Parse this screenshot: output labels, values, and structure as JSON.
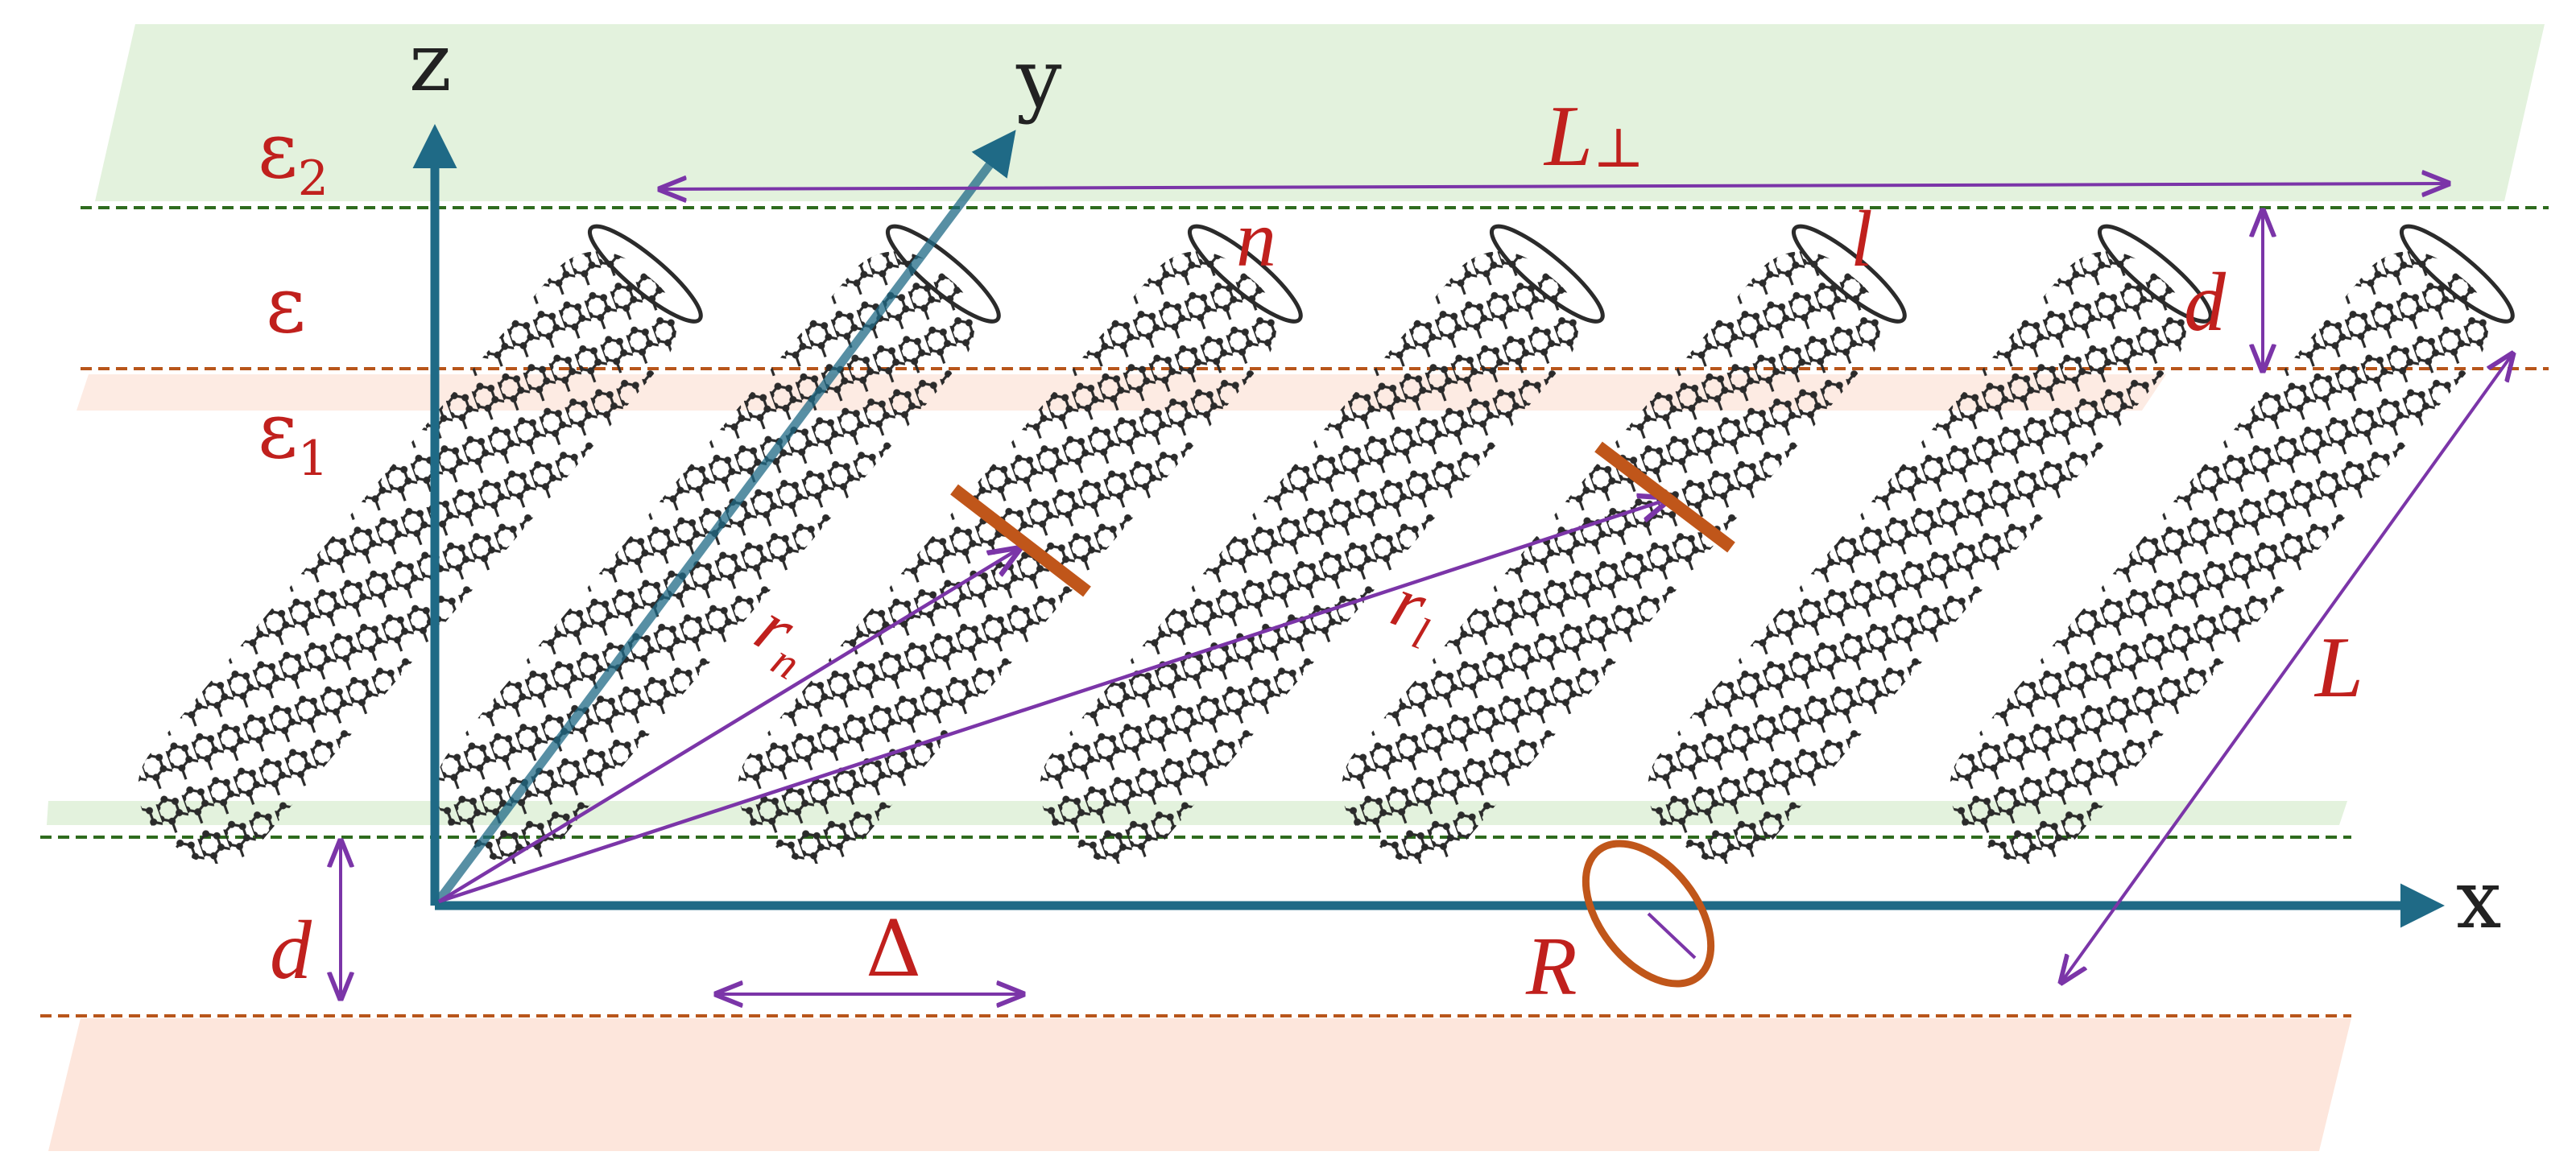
{
  "colors": {
    "upper_band": "#e3f2dd",
    "lower_band": "#fde6dc",
    "green_dash": "#2e6b1e",
    "orange_dash": "#b8551a",
    "axis": "#1f6a86",
    "purple": "#7b35a8",
    "label_red": "#c0201d",
    "tube": "#2b2b2b",
    "orange_marker": "#c0561a"
  },
  "labels": {
    "eps2": "ε",
    "eps2_sub": "2",
    "eps": "ε",
    "eps1": "ε",
    "eps1_sub": "1",
    "axis_z": "z",
    "axis_y": "y",
    "axis_x": "x",
    "L_perp": "L",
    "L_perp_sub": "⊥",
    "n": "n",
    "l": "l",
    "d_top": "d",
    "d_left": "d",
    "L": "L",
    "r_n": "r",
    "r_n_sub": "n",
    "r_l": "r",
    "r_l_sub": "l",
    "delta": "Δ",
    "R": "R"
  },
  "icons": {
    "tube": "carbon-nanotube-icon"
  }
}
